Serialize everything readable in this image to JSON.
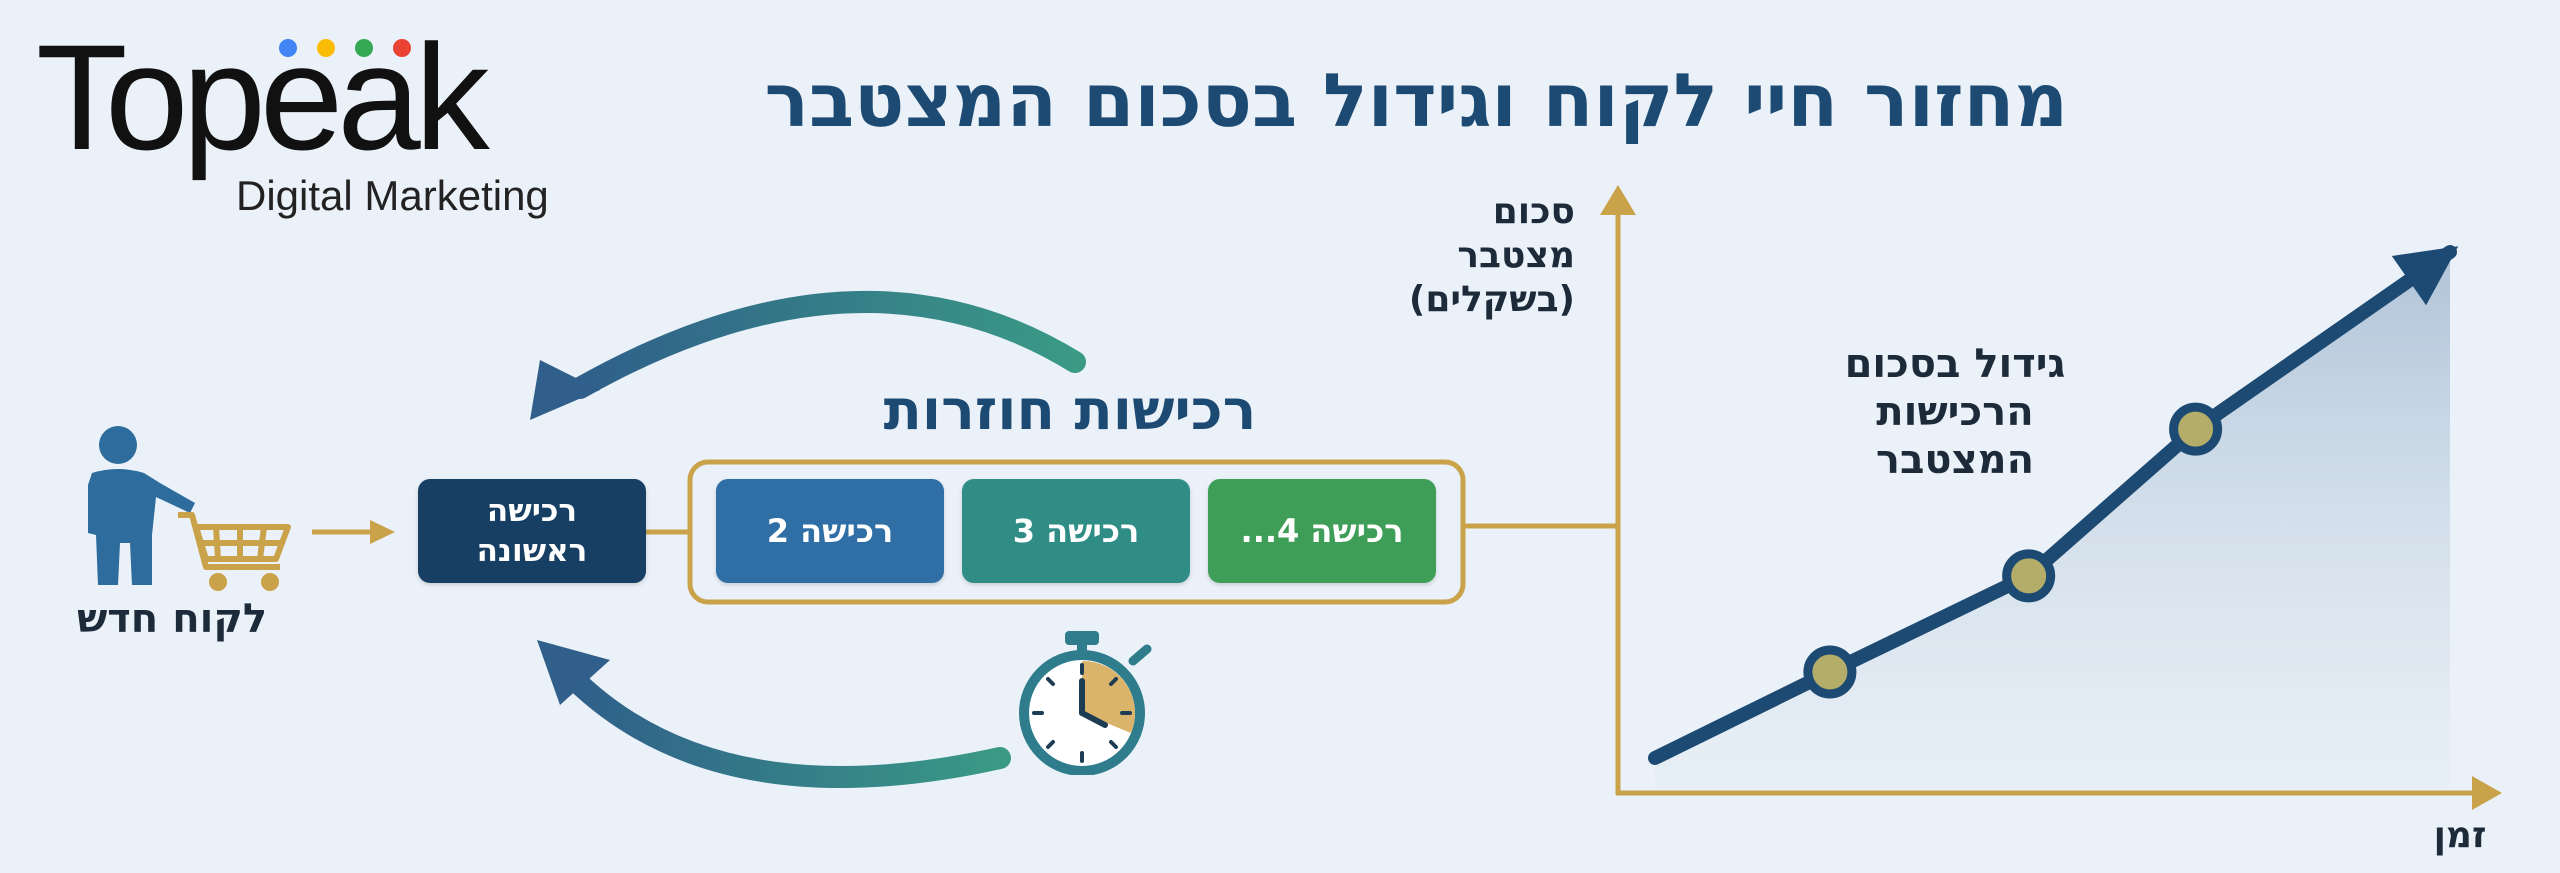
{
  "logo": {
    "wordmark": "Topeak",
    "tagline": "Digital Marketing",
    "dot_colors": [
      "#4285f4",
      "#fbbc05",
      "#34a853",
      "#ea4335"
    ]
  },
  "title": "מחזור חיי לקוח וגידול בסכום המצטבר",
  "new_customer_label": "לקוח חדש",
  "first_purchase_label": "רכישה ראשונה",
  "recurring_label": "רכישות חוזרות",
  "purchase_boxes": [
    {
      "label": "רכישה 2",
      "color": "#2f6fa6"
    },
    {
      "label": "רכישה 3",
      "color": "#2f8d86"
    },
    {
      "label": "רכישה 4...",
      "color": "#3e9e58"
    }
  ],
  "growth_label": "גידול בסכום הרכישות המצטבר",
  "chart_data": {
    "type": "line",
    "ylabel": "סכום מצטבר (בשקלים)",
    "xlabel": "זמן",
    "points": [
      {
        "x": 0.0,
        "y": 0.0
      },
      {
        "x": 0.22,
        "y": 0.17
      },
      {
        "x": 0.47,
        "y": 0.36
      },
      {
        "x": 0.68,
        "y": 0.65
      },
      {
        "x": 1.0,
        "y": 1.0
      }
    ],
    "markers": [
      1,
      2,
      3
    ],
    "xlim": [
      0,
      1
    ],
    "ylim": [
      0,
      1
    ],
    "grid": false
  },
  "colors": {
    "navy": "#1d4a72",
    "teal": "#2f7d8c",
    "gold": "#c9a24a",
    "box_first": "#173f63"
  }
}
